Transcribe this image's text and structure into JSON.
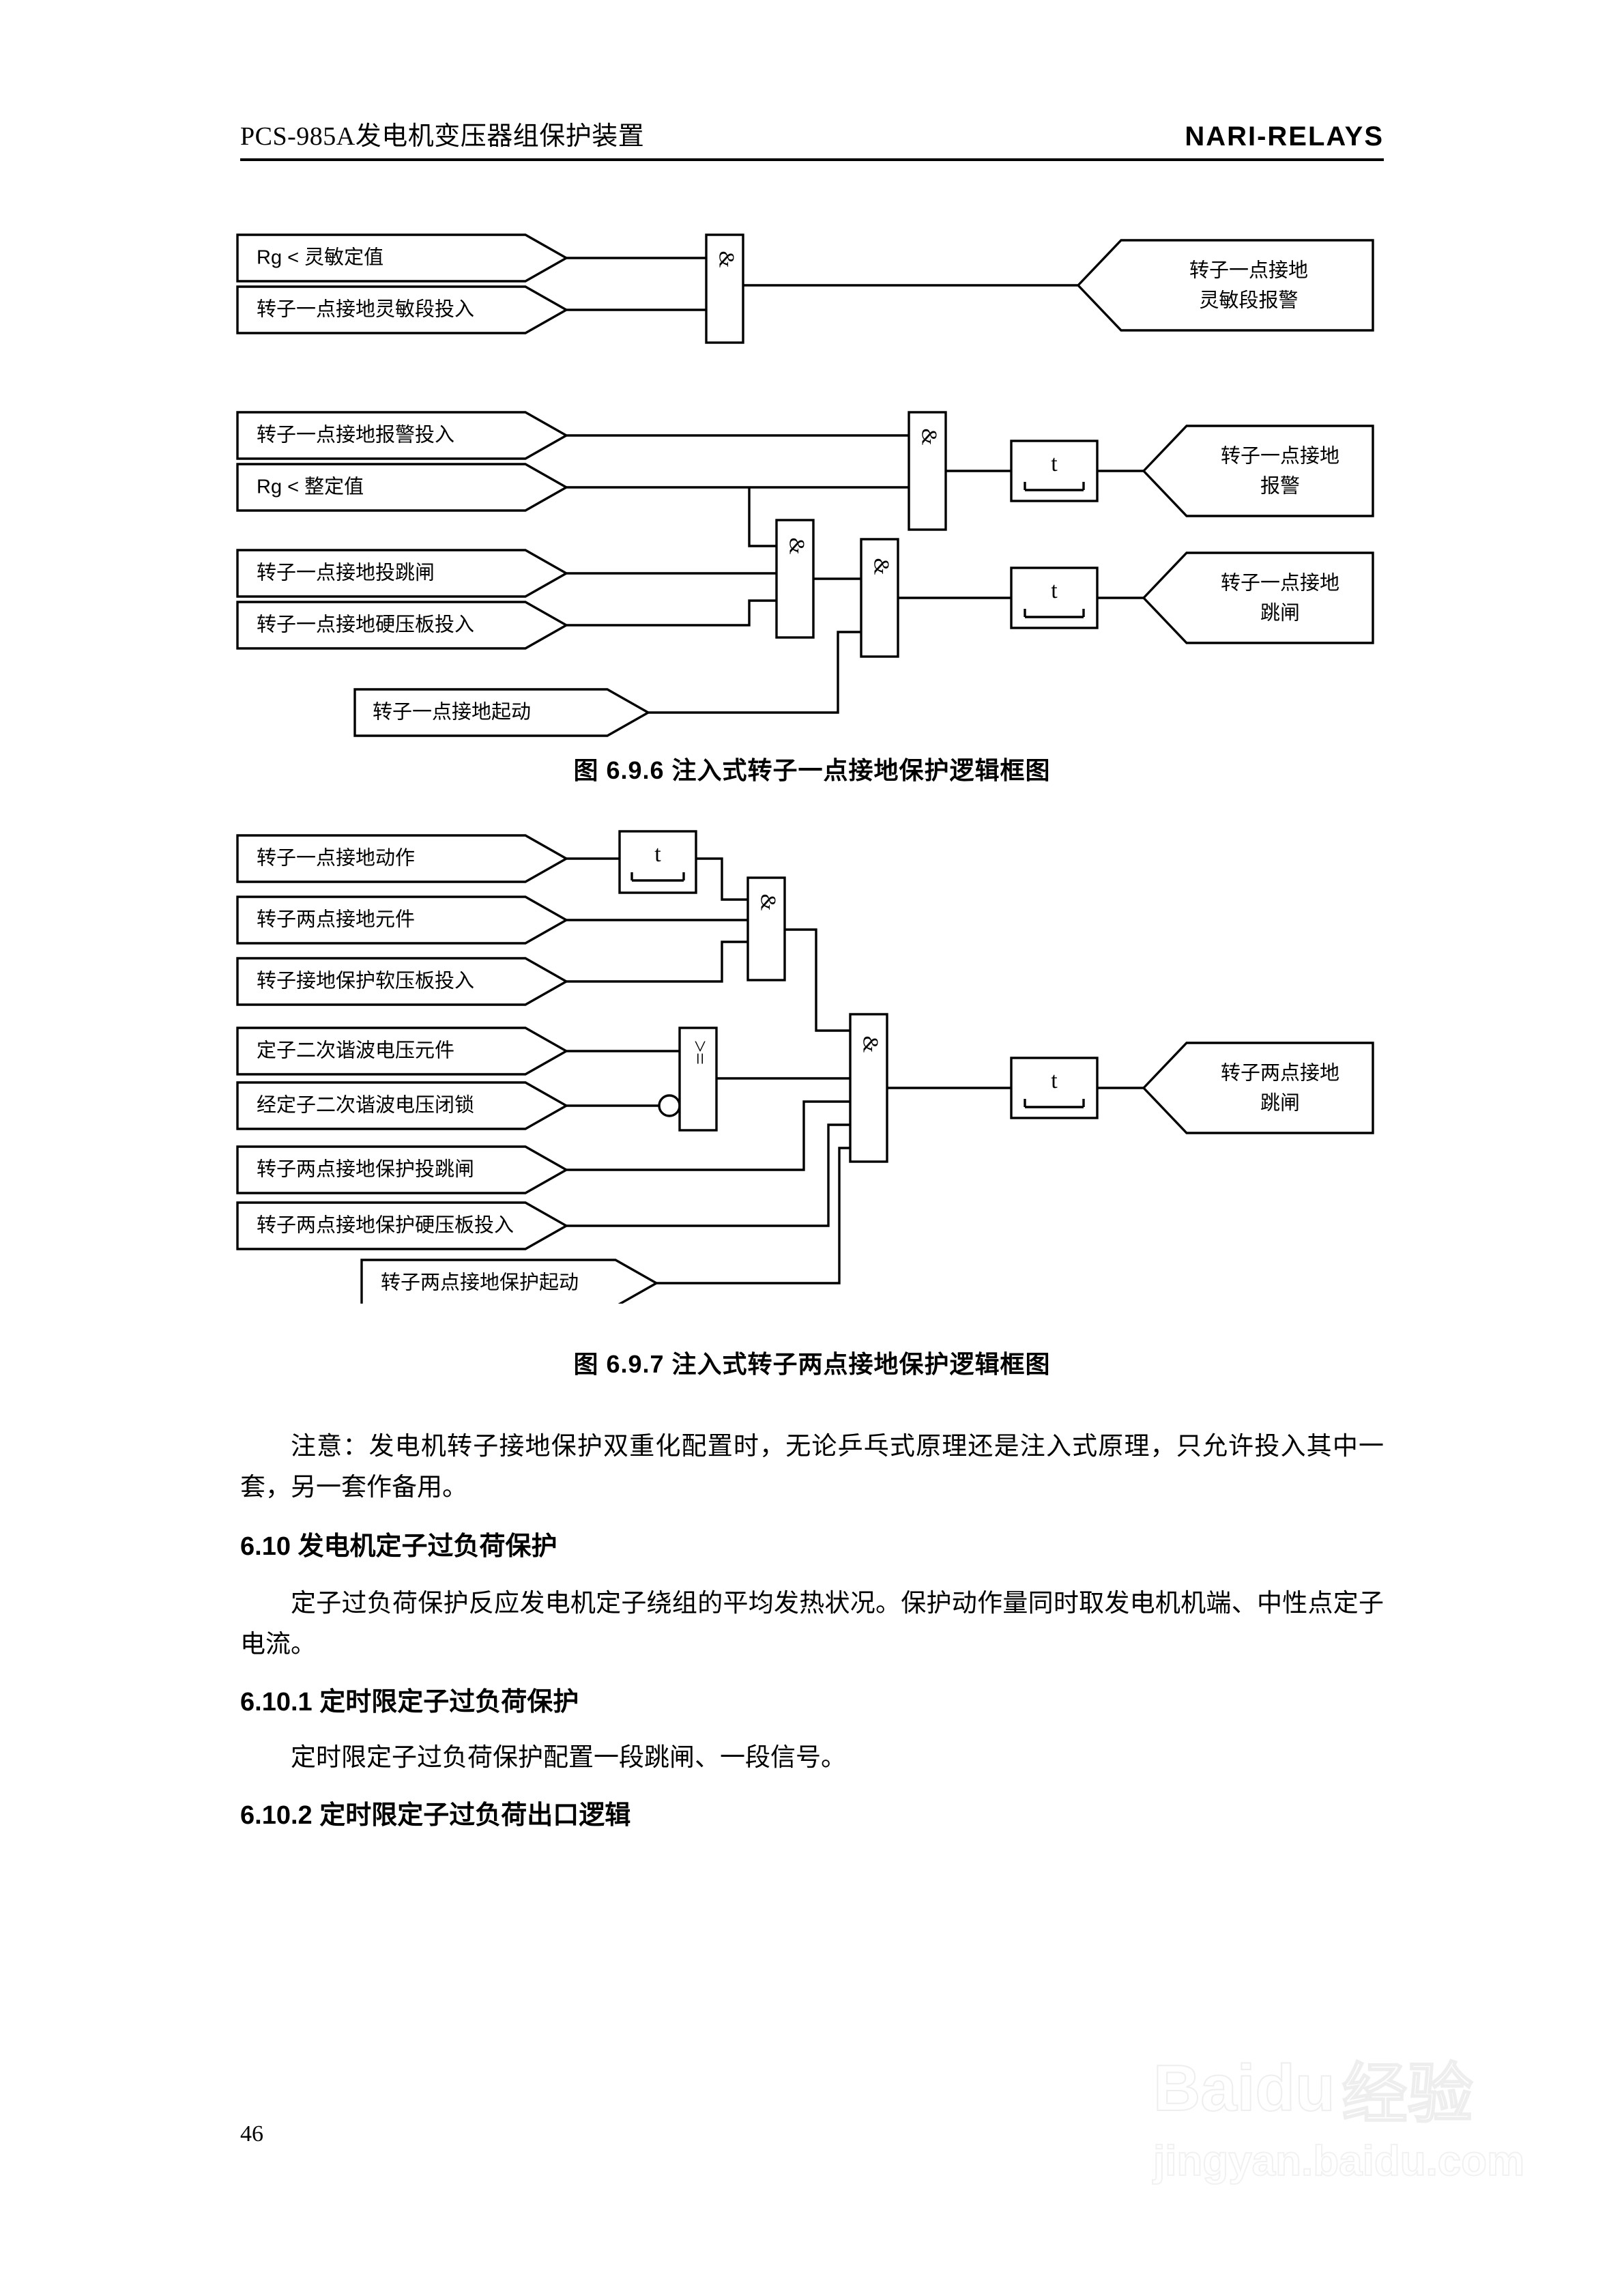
{
  "header": {
    "title": "PCS-985A发电机变压器组保护装置",
    "brand": "NARI-RELAYS"
  },
  "figures": [
    {
      "id": "fig-6-9-6-sensitive",
      "caption": "",
      "inputs": [
        "Rg  <  灵敏定值",
        "转子一点接地灵敏段投入"
      ],
      "gates": [
        "&"
      ],
      "outputs": [
        {
          "line1": "转子一点接地",
          "line2": "灵敏段报警"
        }
      ]
    },
    {
      "id": "fig-6-9-6",
      "caption": "图 6.9.6  注入式转子一点接地保护逻辑框图",
      "inputs": [
        "转子一点接地报警投入",
        "Rg  <  整定值",
        "转子一点接地投跳闸",
        "转子一点接地硬压板投入",
        "转子一点接地起动"
      ],
      "gates": [
        "&",
        "&",
        "&"
      ],
      "timers": [
        "t",
        "t"
      ],
      "outputs": [
        {
          "line1": "转子一点接地",
          "line2": "报警"
        },
        {
          "line1": "转子一点接地",
          "line2": "跳闸"
        }
      ]
    },
    {
      "id": "fig-6-9-7",
      "caption": "图 6.9.7  注入式转子两点接地保护逻辑框图",
      "inputs": [
        "转子一点接地动作",
        "转子两点接地元件",
        "转子接地保护软压板投入",
        "定子二次谐波电压元件",
        "经定子二次谐波电压闭锁",
        "转子两点接地保护投跳闸",
        "转子两点接地保护硬压板投入",
        "转子两点接地保护起动"
      ],
      "gates": [
        "&",
        ">=",
        "&"
      ],
      "timers": [
        "t",
        "t"
      ],
      "outputs": [
        {
          "line1": "转子两点接地",
          "line2": "跳闸"
        }
      ]
    }
  ],
  "body": {
    "note": "注意：发电机转子接地保护双重化配置时，无论乒乓式原理还是注入式原理，只允许投入其中一套，另一套作备用。",
    "heading_610": "6.10  发电机定子过负荷保护",
    "para_610": "定子过负荷保护反应发电机定子绕组的平均发热状况。保护动作量同时取发电机机端、中性点定子电流。",
    "heading_6101": "6.10.1  定时限定子过负荷保护",
    "para_6101": "定时限定子过负荷保护配置一段跳闸、一段信号。",
    "heading_6102": "6.10.2 定时限定子过负荷出口逻辑"
  },
  "footer": {
    "page_number": "46"
  },
  "watermark": {
    "brand": "Baidu",
    "brand_cn": "经验",
    "url": "jingyan.baidu.com"
  }
}
